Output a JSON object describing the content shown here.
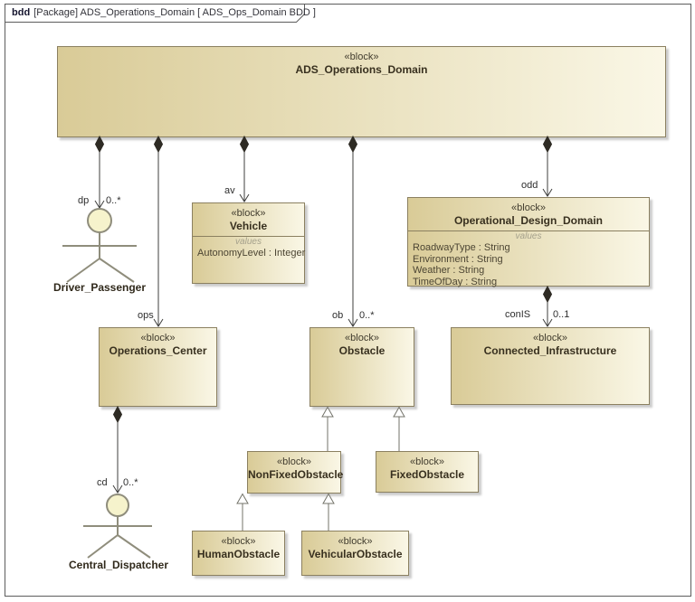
{
  "frame": {
    "keyword": "bdd",
    "title": "[Package] ADS_Operations_Domain [ ADS_Ops_Domain BDD ]"
  },
  "stereotype": "«block»",
  "compartment_label": "values",
  "blocks": {
    "ads_operations_domain": {
      "name": "ADS_Operations_Domain"
    },
    "vehicle": {
      "name": "Vehicle",
      "values": [
        "AutonomyLevel : Integer"
      ]
    },
    "operational_design_domain": {
      "name": "Operational_Design_Domain",
      "values": [
        "RoadwayType : String",
        "Environment : String",
        "Weather : String",
        "TimeOfDay : String"
      ]
    },
    "operations_center": {
      "name": "Operations_Center"
    },
    "obstacle": {
      "name": "Obstacle"
    },
    "connected_infrastructure": {
      "name": "Connected_Infrastructure"
    },
    "nonfixed_obstacle": {
      "name": "NonFixedObstacle"
    },
    "fixed_obstacle": {
      "name": "FixedObstacle"
    },
    "human_obstacle": {
      "name": "HumanObstacle"
    },
    "vehicular_obstacle": {
      "name": "VehicularObstacle"
    }
  },
  "actors": {
    "driver_passenger": "Driver_Passenger",
    "central_dispatcher": "Central_Dispatcher"
  },
  "edge_labels": {
    "dp_role": "dp",
    "dp_mult": "0..*",
    "ops_role": "ops",
    "av_role": "av",
    "ob_role": "ob",
    "ob_mult": "0..*",
    "odd_role": "odd",
    "conis_role": "conIS",
    "conis_mult": "0..1",
    "cd_role": "cd",
    "cd_mult": "0..*"
  },
  "colors": {
    "block_fill_left": "#d9cb97",
    "block_fill_right": "#faf7e6",
    "block_border": "#8b8060",
    "frame_border": "#5c5c5c",
    "composition_line": "#3f3f3d",
    "generalization_line": "#73736a",
    "actor_stroke": "#8f8d7c",
    "actor_head_fill": "#f6f3cc"
  }
}
